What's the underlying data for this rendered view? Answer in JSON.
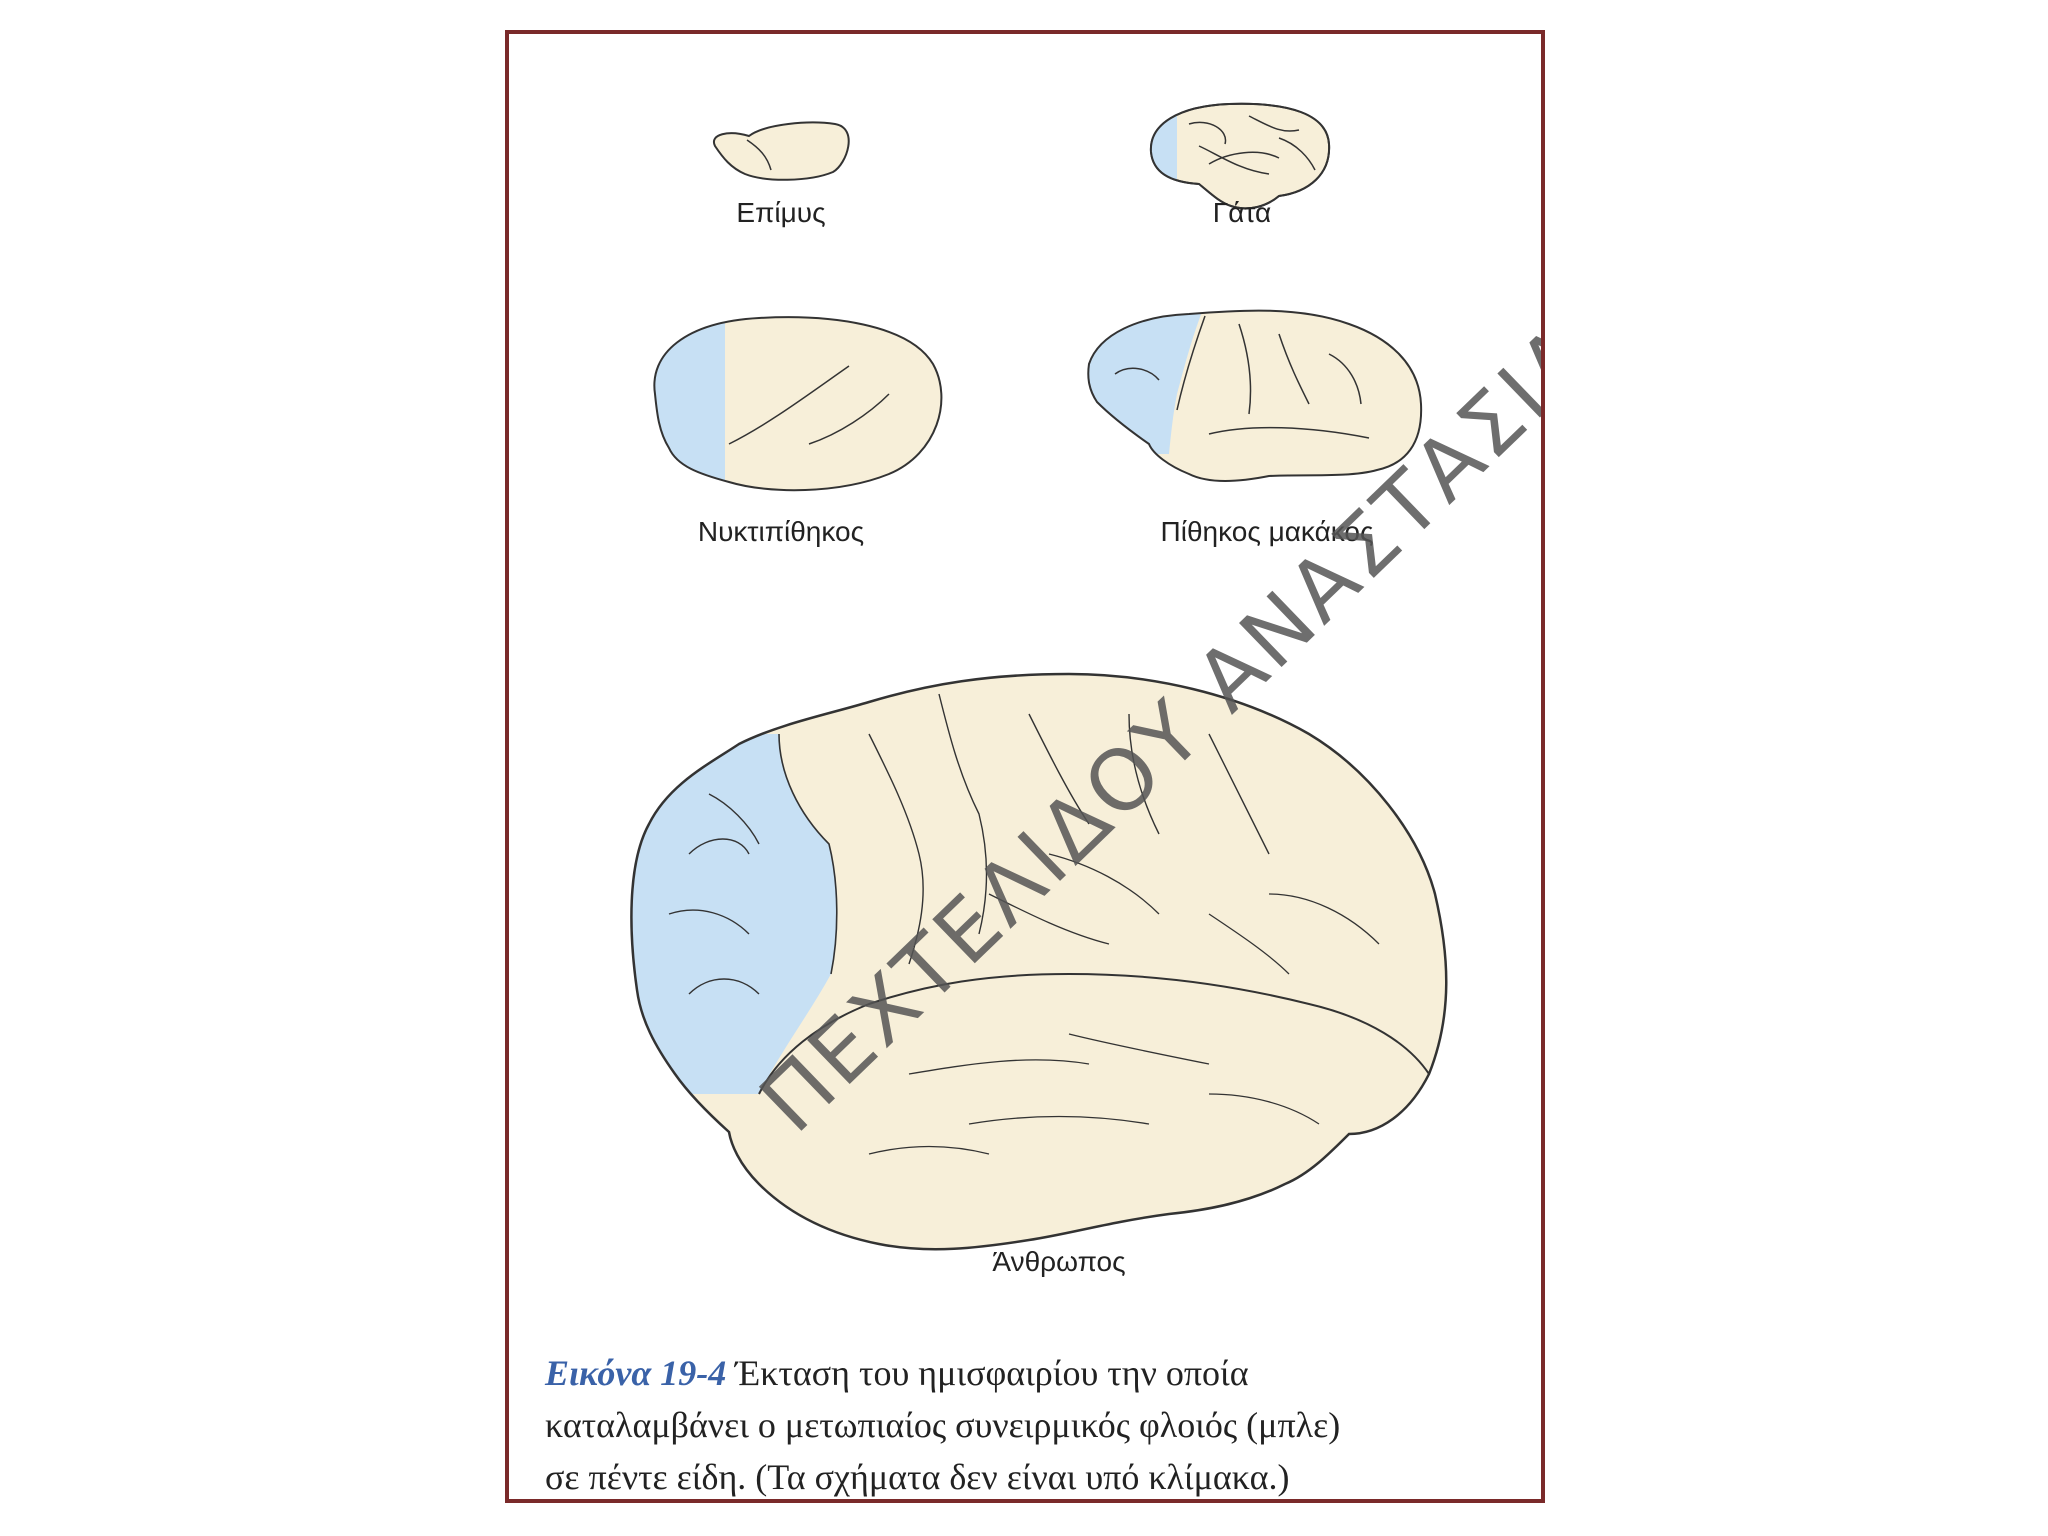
{
  "labels": {
    "shrew": "Επίμυς",
    "cat": "Γάτα",
    "owl_monkey": "Νυκτιπίθηκος",
    "macaque": "Πίθηκος μακάκος",
    "human": "Άνθρωπος"
  },
  "caption": {
    "figure_number": "Εικόνα 19-4",
    "line1": "Έκταση του ημισφαιρίου την οποία",
    "line2": "καταλαμβάνει ο μετωπιαίος συνειρμικός φλοιός (μπλε)",
    "line3": "σε πέντε είδη. (Τα σχήματα δεν είναι υπό κλίμακα.)"
  },
  "watermark": "ΠΕΧΤΕΛΙΔΟΥ ΑΝΑΣΤΑΣΙΑ",
  "colors": {
    "frame": "#7a2a2a",
    "cortex": "#f7efd9",
    "frontal_cortex": "#c7e0f4",
    "outline": "#333333",
    "figure_number": "#3a62a8"
  }
}
